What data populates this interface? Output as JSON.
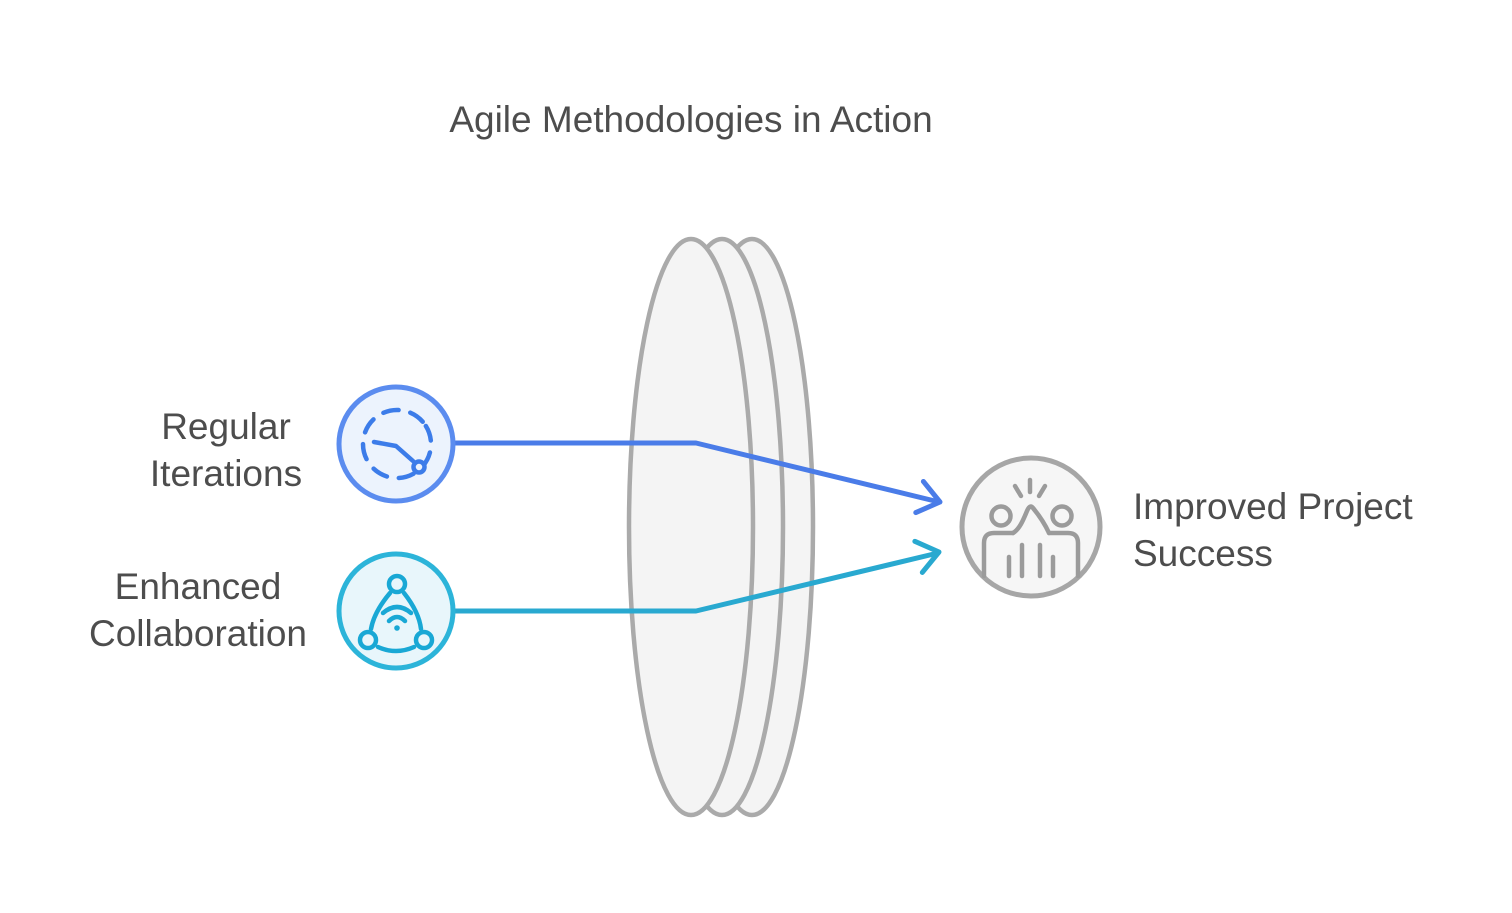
{
  "title": "Agile Methodologies in Action",
  "diagram": {
    "inputs": [
      {
        "id": "regular-iterations",
        "label": "Regular\nIterations",
        "icon": "iteration-clock-icon",
        "accent_color": "#4a7ce8",
        "circle_border": "#5b8cef",
        "circle_fill": "#ecf3fd"
      },
      {
        "id": "enhanced-collaboration",
        "label": "Enhanced\nCollaboration",
        "icon": "share-network-icon",
        "accent_color": "#29a9d0",
        "circle_border": "#2cb4d9",
        "circle_fill": "#e8f6fb"
      }
    ],
    "output": {
      "id": "improved-project-success",
      "label": "Improved Project\nSuccess",
      "icon": "high-five-icon",
      "circle_border": "#a6a6a6",
      "circle_fill": "#f6f6f6",
      "icon_color": "#9b9b9b"
    },
    "lens": {
      "fill": "#f4f4f4",
      "stroke": "#aaaaaa"
    }
  },
  "colors": {
    "background": "#ffffff",
    "text": "#4d4d4d",
    "blue_line": "#4a7ce8",
    "cyan_line": "#29a9d0"
  }
}
